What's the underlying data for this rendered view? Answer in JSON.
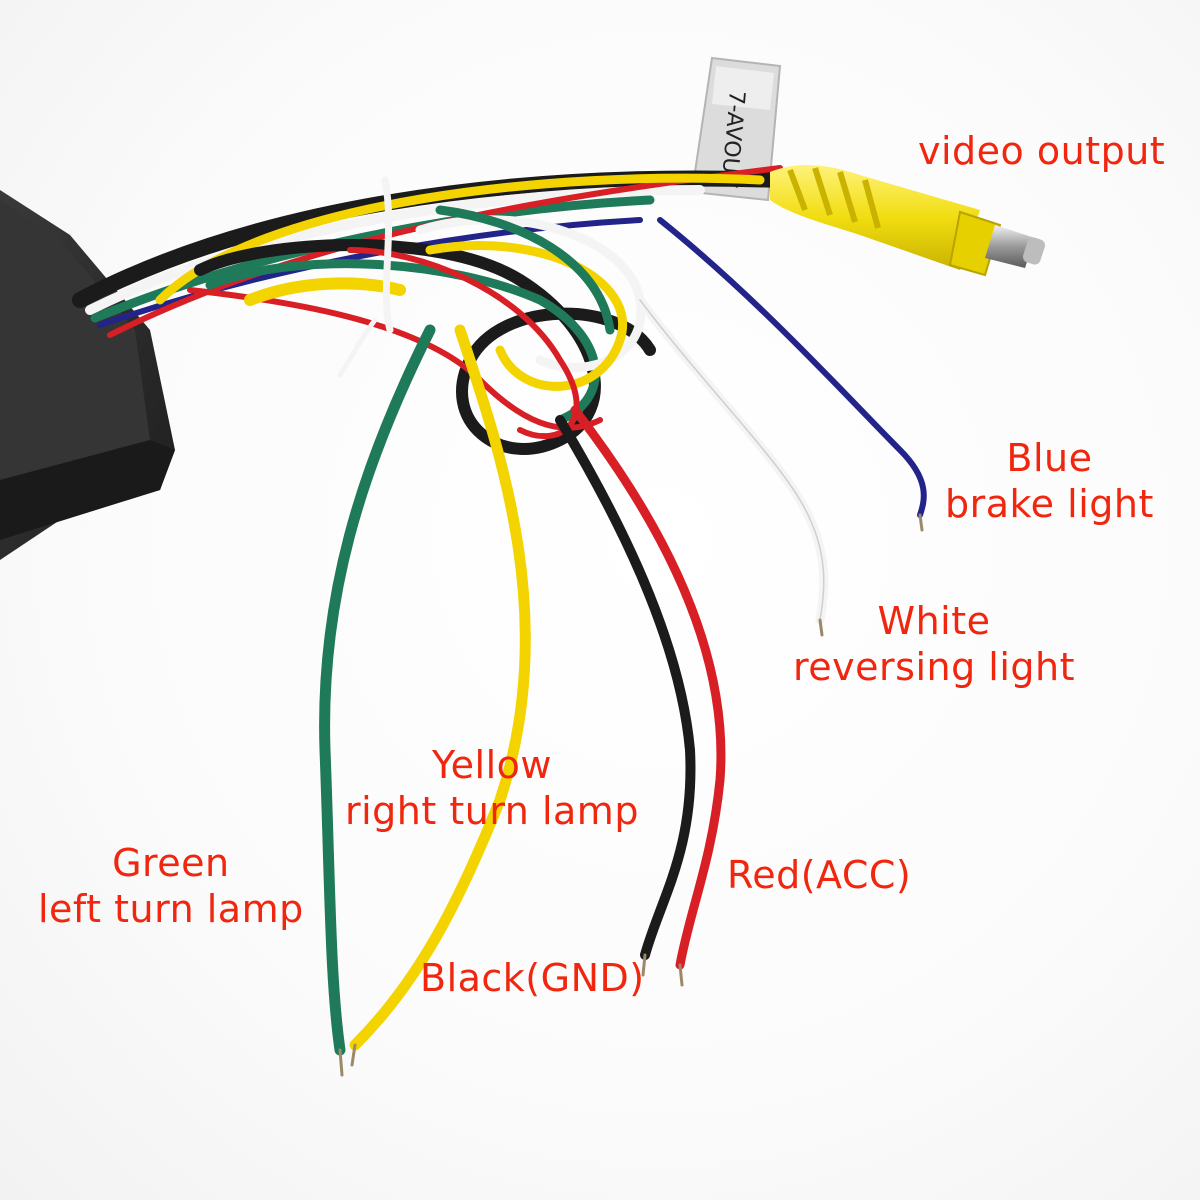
{
  "photo": {
    "tag_text": "7-AVOUT",
    "colors": {
      "label_text": "#f0260e",
      "box": "#2d2d2d",
      "green_wire": "#1f7a5a",
      "yellow_wire": "#f3d400",
      "red_wire": "#d81f26",
      "black_wire": "#1b1b1b",
      "white_wire": "#f4f4f4",
      "blue_wire": "#23248a",
      "rca_plug": "#f4e21a"
    }
  },
  "labels": {
    "video_output": "video output",
    "blue_title": "Blue",
    "blue_desc": "brake light",
    "white_title": "White",
    "white_desc": "reversing light",
    "yellow_title": "Yellow",
    "yellow_desc": "right turn lamp",
    "red": "Red(ACC)",
    "green_title": "Green",
    "green_desc": "left turn lamp",
    "black": "Black(GND)"
  }
}
